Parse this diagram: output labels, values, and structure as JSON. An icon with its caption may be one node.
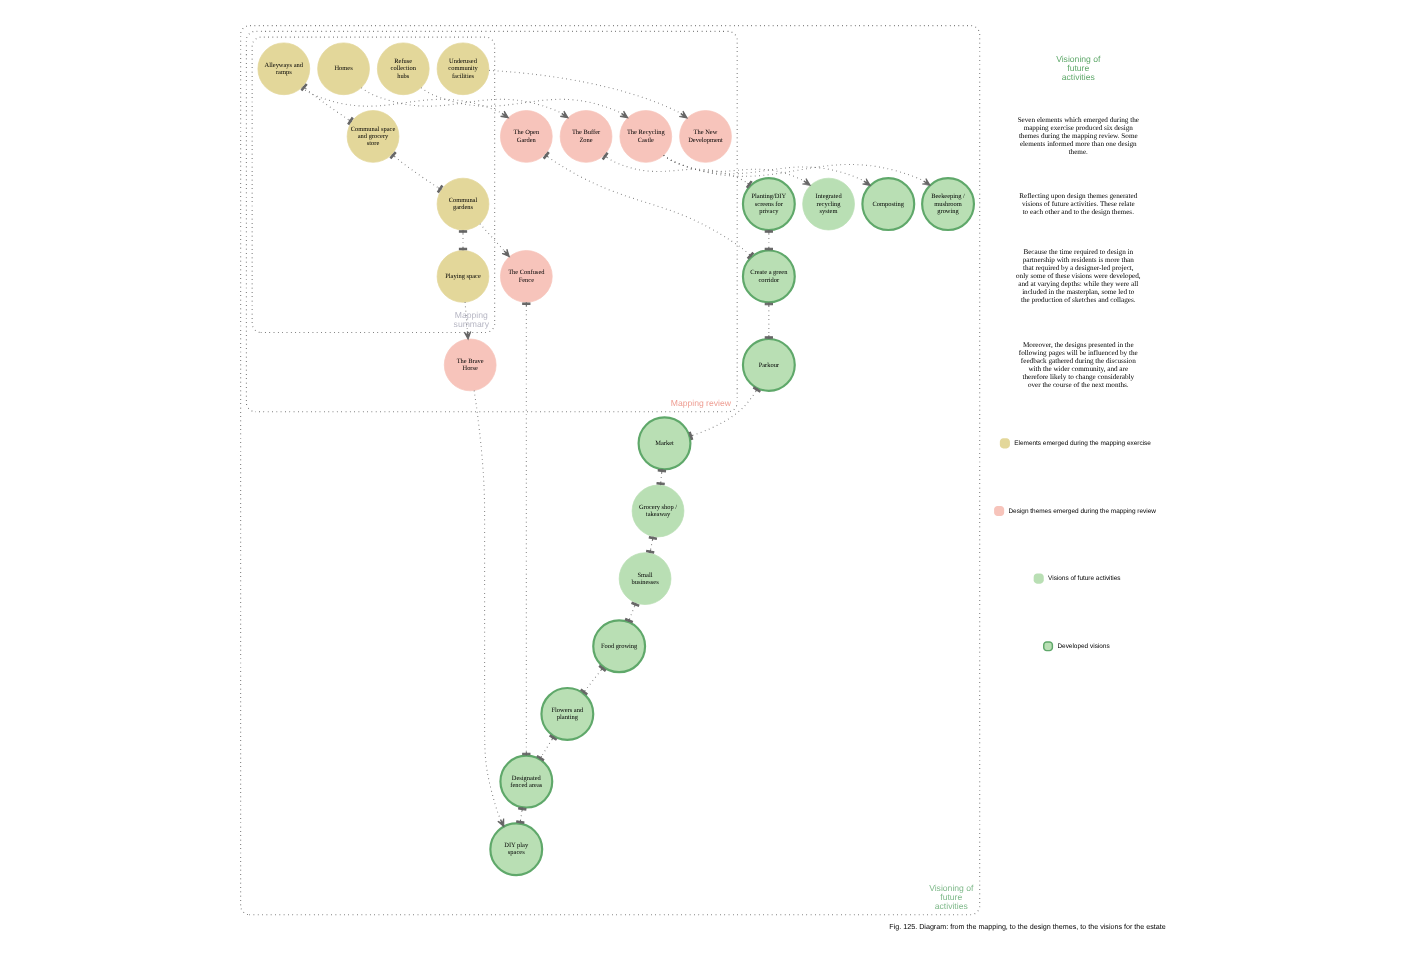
{
  "diagram": {
    "caption": "Fig. 125. Diagram: from the mapping, to the design themes, to the visions for the estate",
    "nodes": [
      {
        "text": [
          "Visioning of future activities"
        ]
      },
      {
        "text": [
          "Mapping review"
        ],
        "in": 0
      },
      {
        "text": [
          "Mapping summary"
        ],
        "in": 1
      },
      {
        "text": [
          "Create a green corridor"
        ],
        "in": 0
      },
      {
        "text": [
          "Parkour"
        ],
        "in": 0
      },
      {
        "text": [
          "Market"
        ],
        "in": 0
      },
      {
        "text": [
          "Planting/DIY screens for privacy"
        ],
        "in": 0
      },
      {
        "text": [
          "Grocery shop / takeaway"
        ],
        "in": 0
      },
      {
        "text": [
          "Small businesses"
        ],
        "in": 0
      },
      {
        "text": [
          "Integrated recycling system"
        ],
        "in": 0
      },
      {
        "text": [
          "Food growing"
        ],
        "in": 0
      },
      {
        "text": [
          "Composting"
        ],
        "in": 0
      },
      {
        "text": [
          "Flowers and planting"
        ],
        "in": 0
      },
      {
        "text": [
          "Beekeeping / mushroom growing"
        ],
        "in": 0
      },
      {
        "text": [
          "Designated fenced areas"
        ],
        "in": 0
      },
      {
        "text": [
          "DIY play spaces"
        ],
        "in": 0
      },
      {
        "text": [
          "The Open Garden"
        ],
        "in": 1
      },
      {
        "text": [
          "The Buffer Zone"
        ],
        "in": 1
      },
      {
        "text": [
          "The Recycling Castle"
        ],
        "in": 1
      },
      {
        "text": [
          "The Confused Fence"
        ],
        "in": 1
      },
      {
        "text": [
          "The New Development"
        ],
        "in": 1
      },
      {
        "text": [
          "The Brave Horse"
        ],
        "in": 1
      },
      {
        "text": [
          "Alleyways and ramps"
        ],
        "in": 2
      },
      {
        "text": [
          "Homes"
        ],
        "in": 2
      },
      {
        "text": [
          "Communal space and grocery store"
        ],
        "in": 2
      },
      {
        "text": [
          "Refuse collection hubs"
        ],
        "in": 2
      },
      {
        "text": [
          "Communal gardens"
        ],
        "in": 2
      },
      {
        "text": [
          "Underused community facilities"
        ],
        "in": 2
      },
      {
        "text": [
          "Playing space"
        ],
        "in": 2
      }
    ],
    "edges": [
      {
        "from": 23,
        "to": 17,
        "arrow": "to"
      },
      {
        "from": 22,
        "to": 16,
        "arrow": "to"
      },
      {
        "from": 16,
        "to": 3,
        "arrow": "other"
      },
      {
        "from": 17,
        "to": 6,
        "arrow": "other"
      },
      {
        "from": 6,
        "to": 3,
        "arrow": "other"
      },
      {
        "from": 3,
        "to": 4,
        "arrow": "other"
      },
      {
        "from": 4,
        "to": 5,
        "arrow": "other"
      },
      {
        "from": 5,
        "to": 7,
        "arrow": "other"
      },
      {
        "from": 7,
        "to": 8,
        "arrow": "other"
      },
      {
        "from": 8,
        "to": 10,
        "arrow": "other"
      },
      {
        "from": 10,
        "to": 12,
        "arrow": "other"
      },
      {
        "from": 12,
        "to": 14,
        "arrow": "other"
      },
      {
        "from": 19,
        "to": 14,
        "arrow": "other"
      },
      {
        "from": 14,
        "to": 15,
        "arrow": "other"
      },
      {
        "from": 21,
        "to": 15,
        "arrow": "to"
      },
      {
        "from": 28,
        "to": 21,
        "arrow": "to"
      },
      {
        "from": 26,
        "to": 28,
        "arrow": "other"
      },
      {
        "from": 26,
        "to": 19,
        "arrow": "to"
      },
      {
        "from": 24,
        "to": 26,
        "arrow": "other"
      },
      {
        "from": 22,
        "to": 24,
        "arrow": "other"
      },
      {
        "from": 25,
        "to": 18,
        "arrow": "to"
      },
      {
        "from": 18,
        "to": 9,
        "arrow": "to"
      },
      {
        "from": 18,
        "to": 11,
        "arrow": "to"
      },
      {
        "from": 18,
        "to": 13,
        "arrow": "to"
      },
      {
        "from": 27,
        "to": 20,
        "arrow": "to"
      }
    ],
    "labels": [
      "Visioning of future activities",
      "Seven elements which emerged during the mapping exercise produced six design themes during the mapping review. Some elements informed more than one design theme.",
      "Reflecting upon design themes generated visions of future activities. These relate to each other and to the design themes.",
      "Because the time required to design in partnership with residents is more than that required by a designer-led project, only some of these visions were developed, and at varying depths: while they were all included in the masterplan, some led to the production of sketches and collages.",
      "Moreover, the designs presented in the following pages will be influenced by the feedback gathered during the discussion with the wider community, and are therefore likely to change considerably over the course of the next months."
    ],
    "legend": [
      {
        "text": "Elements emerged during the mapping exercise",
        "color": "#e3d79a"
      },
      {
        "text": "Design themes emerged during the mapping review",
        "color": "#f7c4bb"
      },
      {
        "text": "Visions of future activities",
        "color": "#b9dfb4"
      },
      {
        "text": "Developed visions"
      }
    ]
  }
}
